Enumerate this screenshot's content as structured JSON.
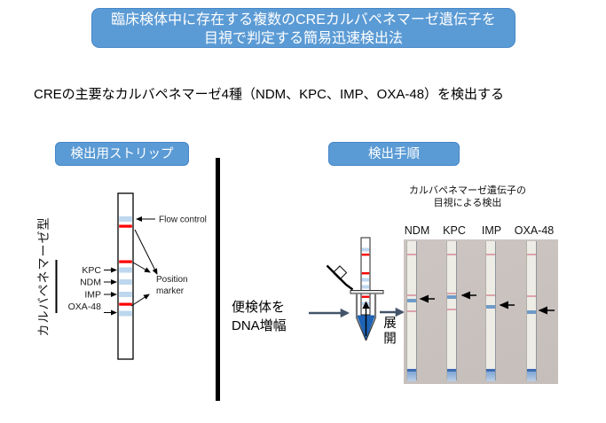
{
  "title": {
    "line1": "臨床検体中に存在する複数のCREカルバペネマーゼ遺伝子を",
    "line2": "目視で判定する簡易迅速検出法"
  },
  "subtitle": "CREの主要なカルバペネマーゼ4種（NDM、KPC、IMP、OXA-48）を検出する",
  "left_section": {
    "header": "検出用ストリップ",
    "axis_label": "カルバペネマーゼ型",
    "gene_labels": [
      "KPC",
      "NDM",
      "IMP",
      "OXA-48"
    ],
    "annotations": {
      "flow_control": "Flow control",
      "position_marker": [
        "Position",
        "marker"
      ]
    }
  },
  "procedure": {
    "header": "検出手順",
    "step1_line1": "便検体を",
    "step1_line2": "DNA増幅",
    "step2": "展開",
    "result_caption_line1": "カルバペネマーゼ遺伝子の",
    "result_caption_line2": "目視による検出",
    "strip_names": [
      "NDM",
      "KPC",
      "IMP",
      "OXA-48"
    ]
  },
  "colors": {
    "accent_blue": "#5B9BD5",
    "band_light_blue": "#BDD7EE",
    "marker_red": "#FF0000",
    "arrow_slate": "#44546A",
    "photo_background": "#C9C2BF",
    "detection_band_blue": "#6F9CC9"
  }
}
